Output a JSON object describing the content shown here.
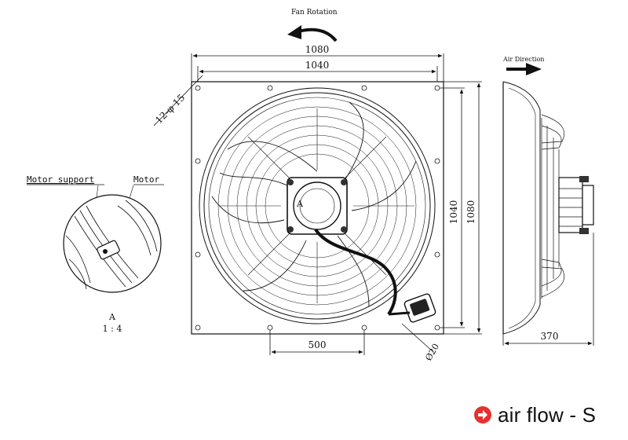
{
  "labels": {
    "fan_rotation": "Fan Rotation",
    "air_direction": "Air Direction",
    "motor_support": "Motor support",
    "motor": "Motor",
    "detail_letter": "A",
    "detail_scale": "1 : 4",
    "hub_letter": "A",
    "holes": "12-φ 15",
    "cable": "Ø20",
    "legend": "air flow - S"
  },
  "dimensions": {
    "overall_width": "1080",
    "hole_spacing_width": "1040",
    "overall_height": "1080",
    "hole_spacing_height": "1040",
    "bottom_spacing": "500",
    "depth": "370"
  },
  "colors": {
    "line": "#111111",
    "accent": "#e5322d"
  },
  "icons": [
    "curved-arrow-icon",
    "right-arrow-icon",
    "arrow-circle-icon"
  ]
}
